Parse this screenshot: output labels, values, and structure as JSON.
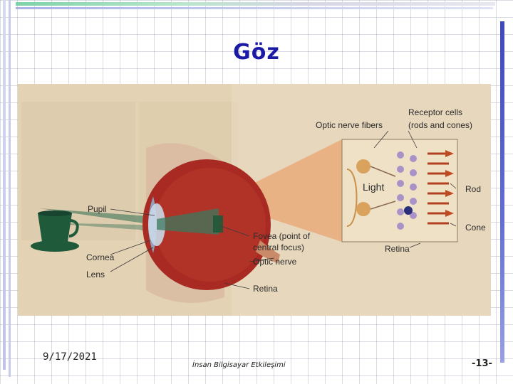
{
  "title": "Göz",
  "diagram": {
    "labels": {
      "optic_nerve_fibers": "Optic nerve fibers",
      "receptor_cells_line1": "Receptor cells",
      "receptor_cells_line2": "(rods and cones)",
      "light": "Light",
      "rod": "Rod",
      "cone": "Cone",
      "retina_inset": "Retina",
      "pupil": "Pupil",
      "cornea": "Cornea",
      "lens": "Lens",
      "fovea_line1": "Fovea (point of",
      "fovea_line2": "central focus)",
      "optic_nerve": "Optic nerve",
      "retina": "Retina"
    },
    "colors": {
      "eyeball": "#a82a22",
      "light_cone": "#e8a070",
      "cup": "#1f5a3a"
    }
  },
  "footer": {
    "date": "9/17/2021",
    "course": "İnsan Bilgisayar Etkileşimi",
    "page": "-13-"
  }
}
